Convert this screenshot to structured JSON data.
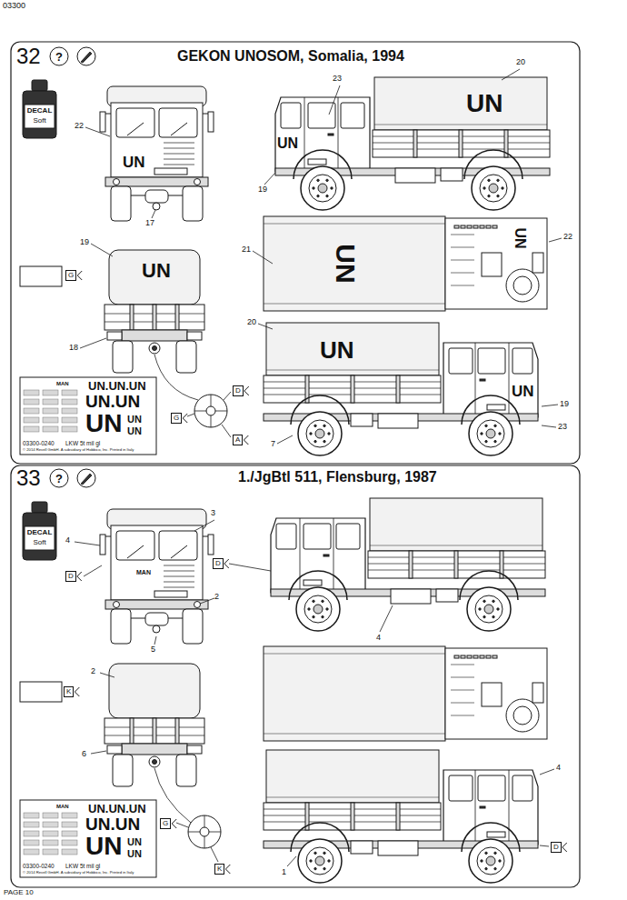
{
  "diagram": {
    "labels": [
      "03300",
      "32",
      "?",
      "GEKON UNOSOM, Somalia, 1994",
      "DECAL",
      "Soft",
      "23",
      "20",
      "UN",
      "22",
      "UN",
      "UN",
      "19",
      "17",
      "21",
      "UN",
      "UN",
      "22",
      "G",
      "19",
      "UN",
      "18",
      "20",
      "UN",
      "UN",
      "19",
      "23",
      "7",
      "D",
      "G",
      "A",
      "MAN",
      "UN.UN.UN",
      "UN.UN",
      "UN",
      "UN",
      "UN",
      "03300-0240",
      "LKW 5t mil gl",
      "© 2014 Revell GmbH. A subsidiary of Hobbico, Inc. Printed in Italy",
      "33",
      "?",
      "1./JgBtl 511, Flensburg, 1987",
      "DECAL",
      "Soft",
      "3",
      "4",
      "MAN",
      "D",
      "2",
      "5",
      "D",
      "4",
      "K",
      "2",
      "6",
      "G",
      "K",
      "4",
      "1",
      "D",
      "MAN",
      "UN.UN.UN",
      "UN.UN",
      "UN",
      "UN",
      "UN",
      "03300-0240",
      "LKW 5t mil gl",
      "© 2014 Revell GmbH. A subsidiary of Hobbico, Inc. Printed in Italy",
      "PAGE 10"
    ]
  }
}
